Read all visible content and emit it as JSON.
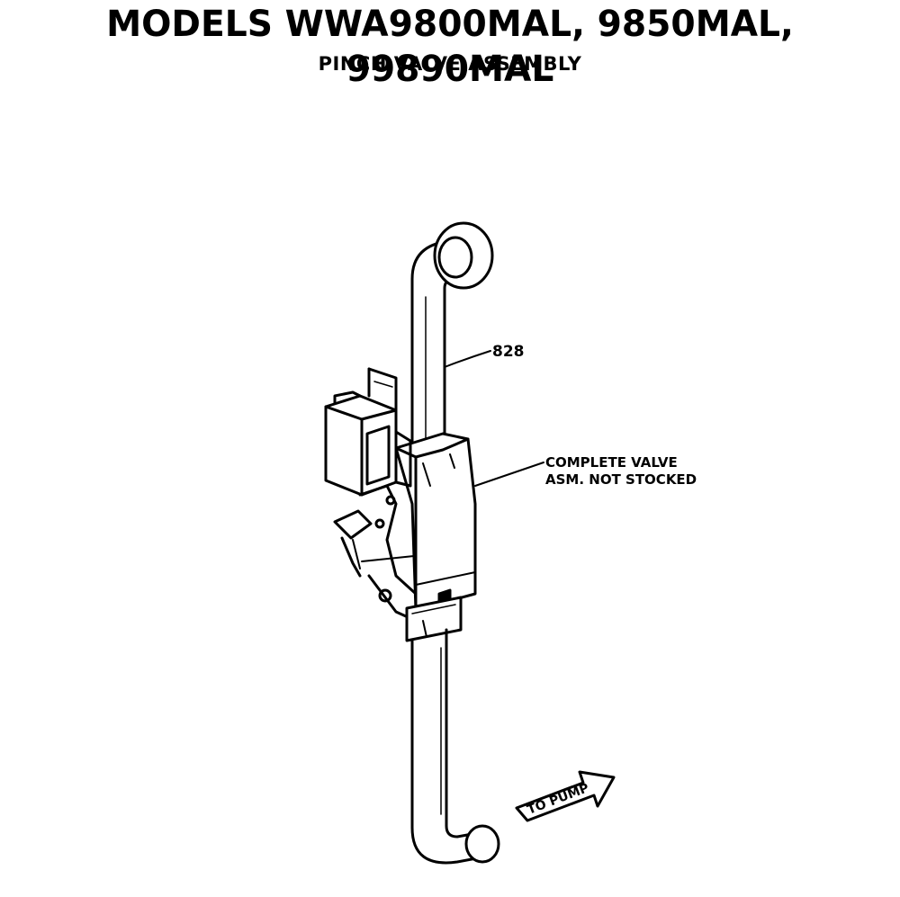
{
  "header": {
    "title": "MODELS WWA9800MAL, 9850MAL, 99890MAL",
    "subtitle": "PINCH VALVE ASSEMBLY"
  },
  "labels": {
    "part_number": "828",
    "callout_line1": "COMPLETE VALVE",
    "callout_line2": "ASM. NOT STOCKED",
    "arrow_text": "TO PUMP"
  }
}
